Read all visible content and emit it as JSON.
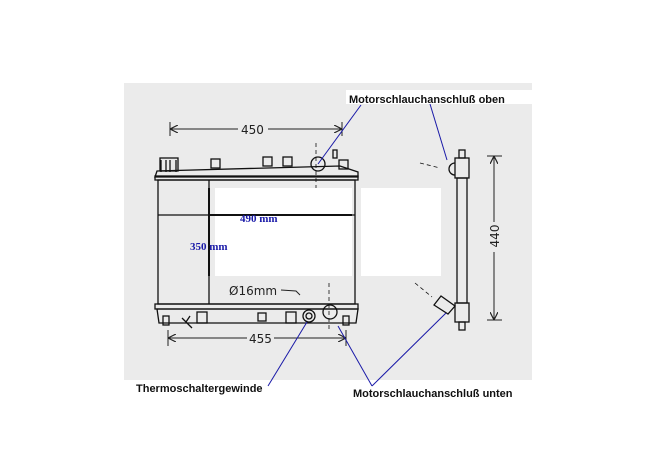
{
  "dimensions": {
    "width_top": "450",
    "width_bottom": "455",
    "height_side": "440",
    "pipe_diameter": "Ø16mm"
  },
  "core": {
    "width": "490 mm",
    "height": "350 mm"
  },
  "callouts": {
    "upper_hose": "Motorschlauchanschluß oben",
    "thermo_switch": "Thermoschaltergewinde",
    "lower_hose": "Motorschlauchanschluß unten"
  },
  "colors": {
    "background": "#ebebeb",
    "leader": "#1a1aa8",
    "core_label": "#1a1aa8"
  }
}
